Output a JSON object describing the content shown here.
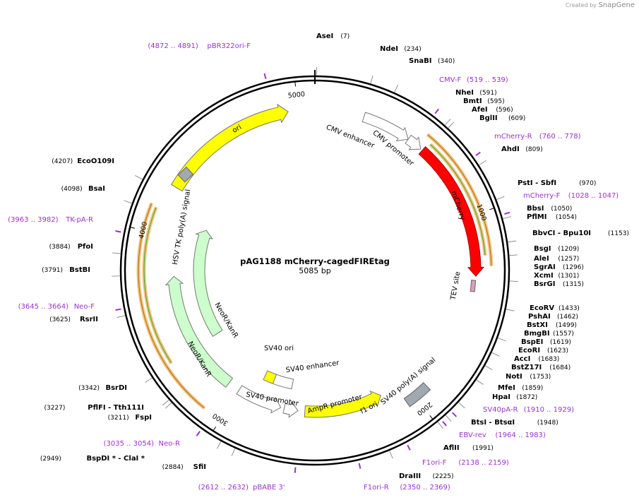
{
  "credit": {
    "prefix": "Created by",
    "brand": "SnapGene"
  },
  "plasmid": {
    "name": "pAG1188 mCherry-cagedFIREtag",
    "length_label": "5085 bp",
    "length": 5085
  },
  "ticks": [
    "1000",
    "2000",
    "3000",
    "4000",
    "5000"
  ],
  "enzymes": [
    {
      "name": "AseI",
      "pos": "(7)"
    },
    {
      "name": "NdeI",
      "pos": "(234)"
    },
    {
      "name": "SnaBI",
      "pos": "(340)"
    },
    {
      "name": "NheI",
      "pos": "(591)"
    },
    {
      "name": "BmtI",
      "pos": "(595)"
    },
    {
      "name": "AfeI",
      "pos": "(596)"
    },
    {
      "name": "BglII",
      "pos": "(609)"
    },
    {
      "name": "AhdI",
      "pos": "(809)"
    },
    {
      "name": "PstI  - SbfI",
      "pos": "(970)"
    },
    {
      "name": "BbsI",
      "pos": "(1050)"
    },
    {
      "name": "PflMI",
      "pos": "(1054)"
    },
    {
      "name": "BbvCI  - Bpu10I",
      "pos": "(1153)"
    },
    {
      "name": "BsgI",
      "pos": "(1209)"
    },
    {
      "name": "AleI",
      "pos": "(1257)"
    },
    {
      "name": "SgrAI",
      "pos": "(1296)"
    },
    {
      "name": "XcmI",
      "pos": "(1301)"
    },
    {
      "name": "BsrGI",
      "pos": "(1315)"
    },
    {
      "name": "EcoRV",
      "pos": "(1433)"
    },
    {
      "name": "PshAI",
      "pos": "(1462)"
    },
    {
      "name": "BstXI",
      "pos": "(1499)"
    },
    {
      "name": "BmgBI",
      "pos": "(1557)"
    },
    {
      "name": "BspEI",
      "pos": "(1619)"
    },
    {
      "name": "EcoRI",
      "pos": "(1623)"
    },
    {
      "name": "AccI",
      "pos": "(1683)"
    },
    {
      "name": "BstZ17I",
      "pos": "(1684)"
    },
    {
      "name": "NotI",
      "pos": "(1753)"
    },
    {
      "name": "MfeI",
      "pos": "(1859)"
    },
    {
      "name": "HpaI",
      "pos": "(1872)"
    },
    {
      "name": "BtsI  - BtsαI",
      "pos": "(1948)"
    },
    {
      "name": "AflII",
      "pos": "(1991)"
    },
    {
      "name": "DraIII",
      "pos": "(2225)"
    },
    {
      "name": "SfiI",
      "pos": "(2884)"
    },
    {
      "name": "BspDI *  - ClaI *",
      "pos": "(2949)"
    },
    {
      "name": "FspI",
      "pos": "(3211)"
    },
    {
      "name": "PflFI  - Tth111I",
      "pos": "(3227)"
    },
    {
      "name": "BsrDI",
      "pos": "(3342)"
    },
    {
      "name": "RsrII",
      "pos": "(3625)"
    },
    {
      "name": "BstBI",
      "pos": "(3791)"
    },
    {
      "name": "PfoI",
      "pos": "(3884)"
    },
    {
      "name": "BsaI",
      "pos": "(4098)"
    },
    {
      "name": "EcoO109I",
      "pos": "(4207)"
    }
  ],
  "primers": [
    {
      "name": "CMV-F",
      "range": "(519 .. 539)"
    },
    {
      "name": "mCherry-R",
      "range": "(760 .. 778)"
    },
    {
      "name": "mCherry-F",
      "range": "(1028 .. 1047)"
    },
    {
      "name": "SV40pA-R",
      "range": "(1910 .. 1929)"
    },
    {
      "name": "EBV-rev",
      "range": "(1964 .. 1983)"
    },
    {
      "name": "F1ori-F",
      "range": "(2138 .. 2159)"
    },
    {
      "name": "F1ori-R",
      "range": "(2350 .. 2369)"
    },
    {
      "name": "pBABE 3'",
      "range": "(2612 .. 2632)"
    },
    {
      "name": "Neo-R",
      "range": "(3035 .. 3054)"
    },
    {
      "name": "Neo-F",
      "range": "(3645 .. 3664)"
    },
    {
      "name": "TK-pA-R",
      "range": "(3963 .. 3982)"
    },
    {
      "name": "pBR322ori-F",
      "range": "(4872 .. 4891)"
    }
  ],
  "features": [
    {
      "label": "CMV enhancer"
    },
    {
      "label": "CMV promoter"
    },
    {
      "label": "mCherry"
    },
    {
      "label": "TEV site"
    },
    {
      "label": "SV40 poly(A) signal"
    },
    {
      "label": "f1 ori"
    },
    {
      "label": "AmpR promoter"
    },
    {
      "label": "SV40 promoter"
    },
    {
      "label": "SV40 enhancer"
    },
    {
      "label": "SV40 ori"
    },
    {
      "label": "NeoR/KanR"
    },
    {
      "label": "NeoR/KanR"
    },
    {
      "label": "HSV TK poly(A) signal"
    },
    {
      "label": "ori"
    }
  ],
  "colors": {
    "backbone": "#000000",
    "ori": "#ffff00",
    "mcherry": "#ff0000",
    "neo": "#ccffcc",
    "grey_box": "#a0a8b0",
    "orf": "#f4c27a",
    "primer": "#9a32cd",
    "enhancer": "#ffffff"
  }
}
